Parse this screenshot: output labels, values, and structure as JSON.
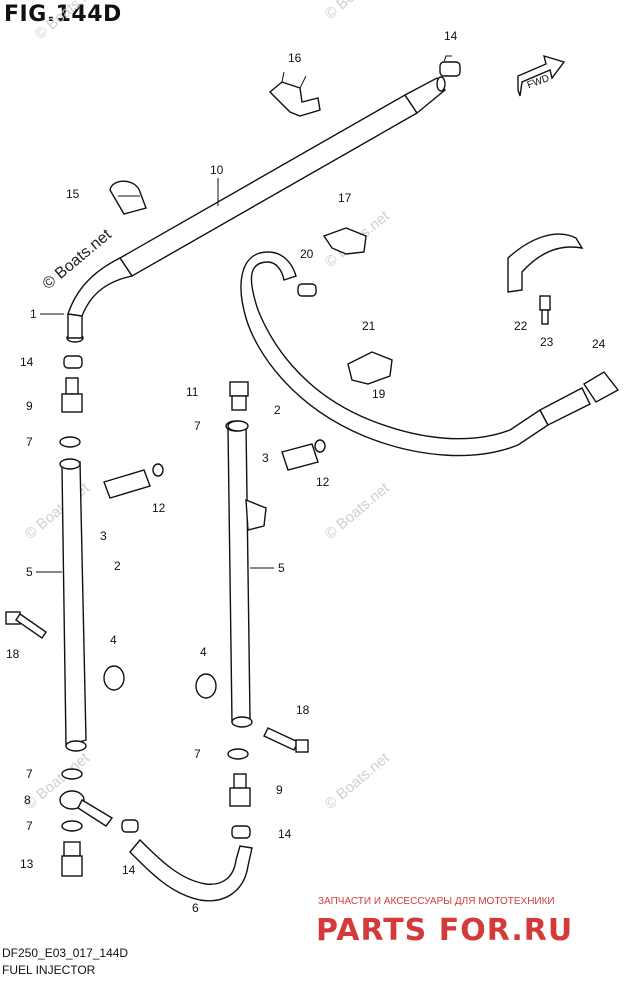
{
  "figure": {
    "title": "FIG.144D",
    "code": "DF250_E03_017_144D",
    "name": "FUEL INJECTOR",
    "direction_label": "FWD"
  },
  "watermarks": {
    "boats": "© Boats.net",
    "shop_tagline": "ЗАПЧАСТИ И АКСЕССУАРЫ ДЛЯ МОТОТЕХНИКИ",
    "shop_logo": "PARTS FOR.RU"
  },
  "callouts": [
    "1",
    "2",
    "2",
    "3",
    "3",
    "4",
    "4",
    "5",
    "5",
    "6",
    "7",
    "7",
    "7",
    "7",
    "7",
    "8",
    "9",
    "9",
    "10",
    "11",
    "12",
    "12",
    "13",
    "14",
    "14",
    "14",
    "14",
    "15",
    "16",
    "17",
    "18",
    "18",
    "19",
    "20",
    "21",
    "22",
    "23",
    "24"
  ],
  "colors": {
    "line": "#111111",
    "watermark": "#c8c8c8",
    "shop_red": "#d43a3a"
  }
}
